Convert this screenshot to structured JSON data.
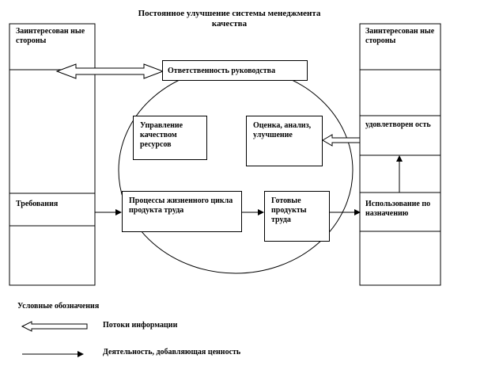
{
  "title_line1": "Постоянное улучшение системы менеджмента",
  "title_line2": "качества",
  "left_column": {
    "header": "Заинтересован ные стороны",
    "requirements": "Требования"
  },
  "right_column": {
    "header": "Заинтересован ные стороны",
    "satisfaction": "удовлетворен ость",
    "use": "Использование по назначению"
  },
  "boxes": {
    "management": "Ответственность руководства",
    "resources": "Управление качеством ресурсов",
    "evaluation": "Оценка, анализ, улучшение",
    "processes": "Процессы жизненного цикла продукта труда",
    "products": "Готовые продукты труда"
  },
  "legend": {
    "heading": "Условные обозначения",
    "info_flows": "Потоки информации",
    "value_activity": "Деятельность, добавляющая ценность"
  }
}
